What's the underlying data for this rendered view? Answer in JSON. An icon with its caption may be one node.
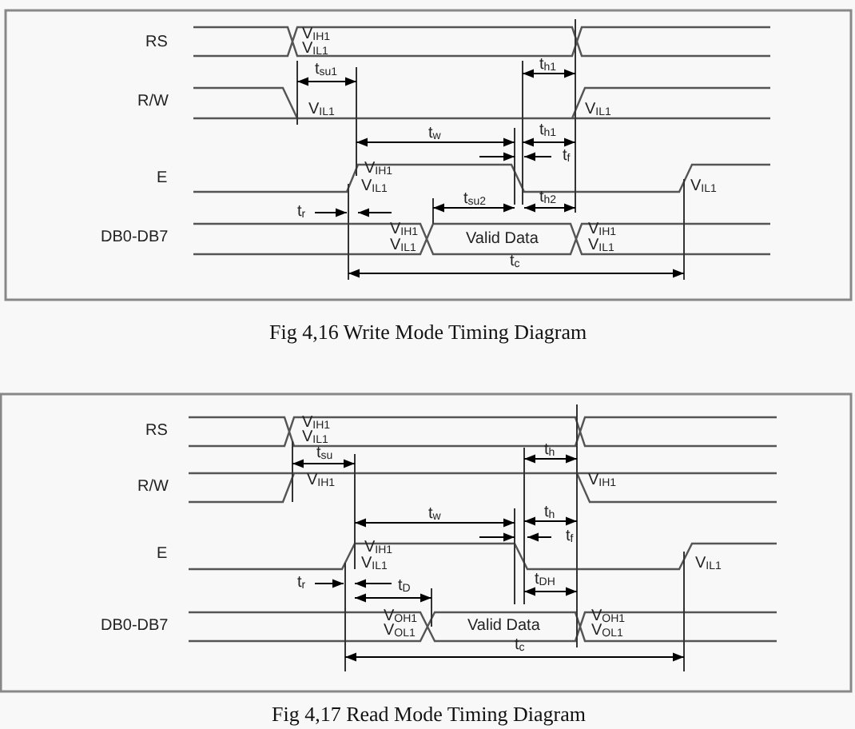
{
  "diagram": {
    "labels": [
      "RS",
      "V$_{IH1}$",
      "V$_{IL1}$",
      "t$_{su1}$",
      "t$_{h1}$",
      "R/W",
      "V$_{IL1}$",
      "V$_{IL1}$",
      "t$_{w}$",
      "t$_{h1}$",
      "t$_{f}$",
      "E",
      "V$_{IH1}$",
      "V$_{IL1}$",
      "V$_{IL1}$",
      "t$_{r}$",
      "t$_{su2}$",
      "t$_{h2}$",
      "DB0-DB7",
      "V$_{IH1}$",
      "V$_{IL1}$",
      "Valid Data",
      "V$_{IH1}$",
      "V$_{IL1}$",
      "t$_{c}$",
      "Fig 4,16 Write Mode Timing Diagram",
      "RS",
      "V$_{IH1}$",
      "V$_{IL1}$",
      "t$_{su}$",
      "t$_{h}$",
      "R/W",
      "V$_{IH1}$",
      "V$_{IH1}$",
      "t$_{w}$",
      "t$_{h}$",
      "t$_{f}$",
      "E",
      "V$_{IH1}$",
      "V$_{IL1}$",
      "V$_{IL1}$",
      "t$_{r}$",
      "t$_{D}$",
      "t$_{DH}$",
      "DB0-DB7",
      "V$_{OH1}$",
      "V$_{OL1}$",
      "Valid Data",
      "V$_{OH1}$",
      "V$_{OL1}$",
      "t$_{c}$",
      "Fig 4,17 Read Mode Timing Diagram"
    ]
  }
}
